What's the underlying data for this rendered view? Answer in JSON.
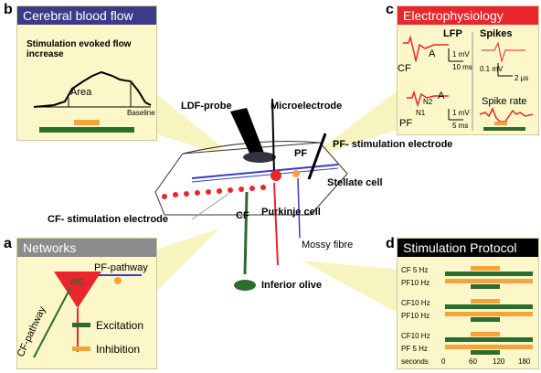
{
  "panel_letters": {
    "b": "b",
    "c": "c",
    "a": "a",
    "d": "d"
  },
  "blood_flow": {
    "title": "Cerebral blood flow",
    "caption": "Stimulation evoked flow increase",
    "area_label": "Area",
    "baseline_label": "Baseline"
  },
  "electrophys": {
    "title": "Electrophysiology",
    "lfp": "LFP",
    "spikes": "Spikes",
    "mv_top": "1 mV",
    "ms_top": "10 ms",
    "a_top": "A",
    "cf": "CF",
    "pf": "PF",
    "n1": "N1",
    "n2": "N2",
    "a_bot": "A",
    "mv_bot": "1 mV",
    "ms_bot": "5 ms",
    "mv_spk": "0.1 mV",
    "us_spk": "2 μs",
    "spike_rate": "Spike rate"
  },
  "networks": {
    "title": "Networks",
    "pf_pathway": "PF-pathway",
    "cf_pathway": "CF-pathway",
    "pc": "PC",
    "excitation": "Excitation",
    "inhibition": "Inhibition"
  },
  "protocol": {
    "title": "Stimulation Protocol",
    "rows": [
      "CF  5 Hz",
      "PF10  Hz",
      "CF10  Hz",
      "PF10  Hz",
      "CF10  Hz",
      "PF  5 Hz"
    ],
    "seconds_label": "seconds",
    "ticks": [
      "0",
      "60",
      "120",
      "180"
    ]
  },
  "center": {
    "ldf_probe": "LDF-probe",
    "microelectrode": "Microelectrode",
    "pf_stim": "PF- stimulation electrode",
    "pf": "PF",
    "stellate": "Stellate  cell",
    "cf_stim": "CF- stimulation electrode",
    "cf": "CF",
    "purkinje": "Purkinje cell",
    "mossy": "Mossy fibre",
    "olive": "Inferior olive"
  },
  "colors": {
    "excitation": "#2e6b2e",
    "inhibition": "#f5a33a",
    "panel_bg": "#fbf7c8",
    "title_b": "#3b3b8c",
    "title_c": "#e8262b",
    "title_a": "#8c8c8c",
    "title_d": "#000000"
  }
}
